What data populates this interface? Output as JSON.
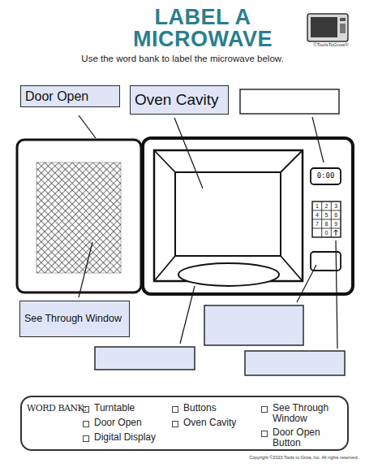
{
  "diagram": {
    "title": "LABEL A MICROWAVE",
    "nodes": [
      {
        "text": [
          "Door Open"
        ]
      },
      {
        "text": [
          "Oven Cavity"
        ]
      },
      {
        "text": [
          "See Through Window"
        ]
      },
      {
        "text": [
          "WORD BANK:",
          "Turntable",
          "Door Open",
          "Digital Display",
          "Buttons",
          "Oven Cavity",
          "See Through Window",
          "Door Open Button"
        ]
      }
    ],
    "labels": [
      "Use the word bank to label the microwave below.",
      "©ToolsToGrow®",
      "0:00",
      "1",
      "2",
      "3",
      "4",
      "5",
      "6",
      "7",
      "8",
      "9",
      "0",
      "Copyright ©2023 Tools to Grow, Inc. All rights reserved."
    ]
  }
}
